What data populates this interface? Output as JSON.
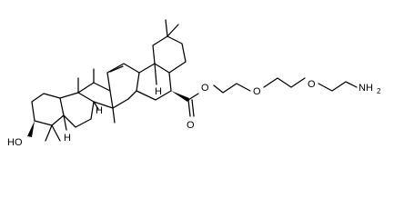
{
  "molecule": {
    "atom_labels": {
      "hydroxyl": "HO",
      "h_ring_a_b": "H",
      "h_ring_c": "H",
      "h_ring_d_e": "H",
      "ester_o_single": "O",
      "ester_o_double": "O",
      "ether_o_1": "O",
      "ether_o_2": "O",
      "amine": "NH",
      "amine_subscript": "2"
    }
  }
}
